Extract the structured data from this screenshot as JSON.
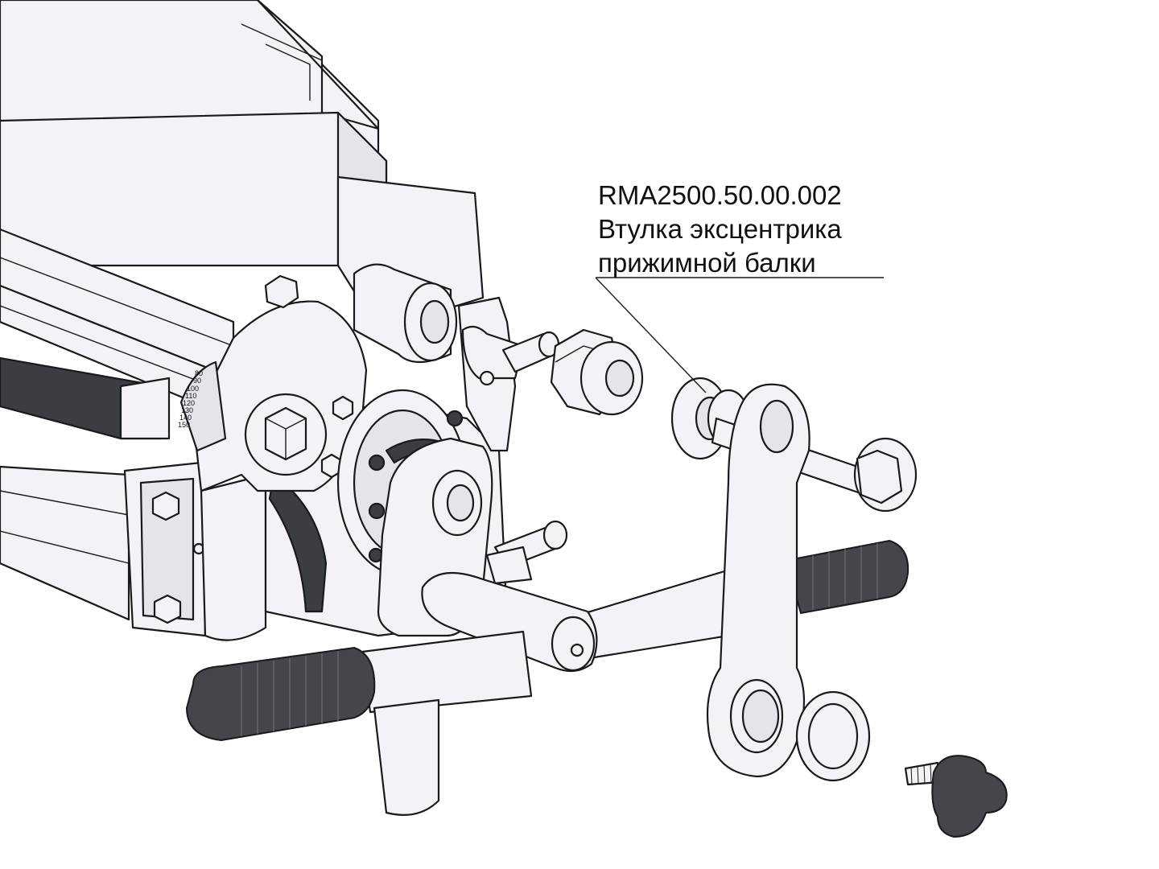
{
  "callout": {
    "part_number": "RMA2500.50.00.002",
    "name_line1": "Втулка эксцентрика",
    "name_line2": "прижимной балки"
  },
  "dial": {
    "tick_labels": [
      "80",
      "90",
      "100",
      "110",
      "120",
      "130",
      "140",
      "150"
    ]
  },
  "colors": {
    "background": "#ffffff",
    "part_fill": "#f4f2f6",
    "grip_rubber": "#44464b",
    "outline": "#1a1a1a"
  }
}
